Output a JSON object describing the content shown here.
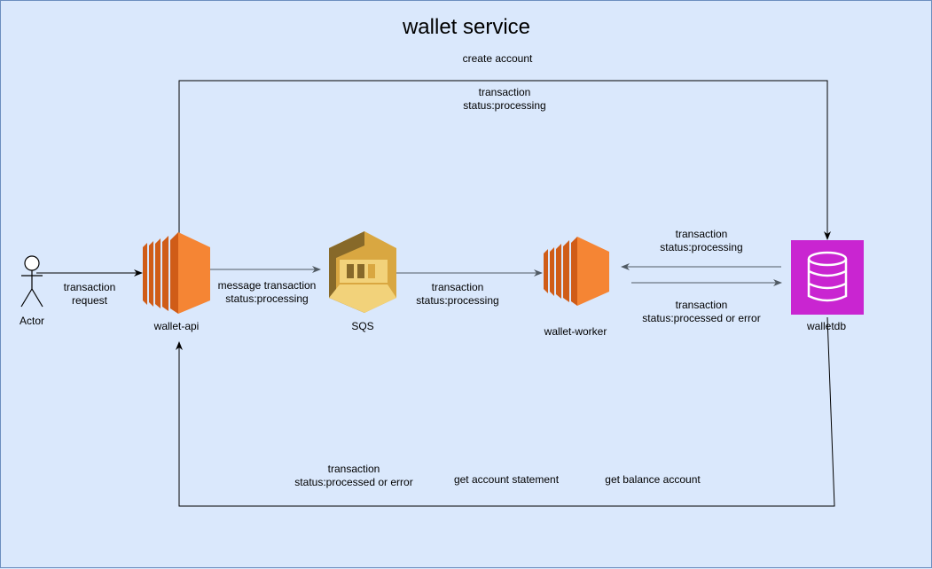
{
  "title": "wallet service",
  "nodes": {
    "actor": "Actor",
    "wallet_api": "wallet-api",
    "sqs": "SQS",
    "wallet_worker": "wallet-worker",
    "walletdb": "walletdb"
  },
  "edges": {
    "actor_to_api": [
      "transaction",
      "request"
    ],
    "api_to_sqs": [
      "message transaction",
      "status:processing"
    ],
    "sqs_to_worker": [
      "transaction",
      "status:processing"
    ],
    "db_to_worker": [
      "transaction",
      "status:processing"
    ],
    "worker_to_db": [
      "transaction",
      "status:processed or error"
    ],
    "top_loop_title": "create account",
    "top_loop": [
      "transaction",
      "status:processing"
    ],
    "bottom_loop": [
      "transaction",
      "status:processed or error"
    ],
    "bottom_statement": "get account statement",
    "bottom_balance": "get balance account"
  },
  "colors": {
    "background": "#dae8fc",
    "border": "#6c8ebf",
    "ec2_orange": "#ed7100",
    "ec2_light": "#f58534",
    "sqs_gold": "#d9a741",
    "sqs_dark": "#876929",
    "db_magenta": "#c925d1",
    "arrow": "#000000",
    "arrow_grey": "#505a63"
  },
  "icons": {
    "actor": "stick-figure-icon",
    "wallet_api": "ec2-instance-icon",
    "sqs": "sqs-queue-icon",
    "wallet_worker": "ec2-instance-icon",
    "walletdb": "database-icon"
  }
}
